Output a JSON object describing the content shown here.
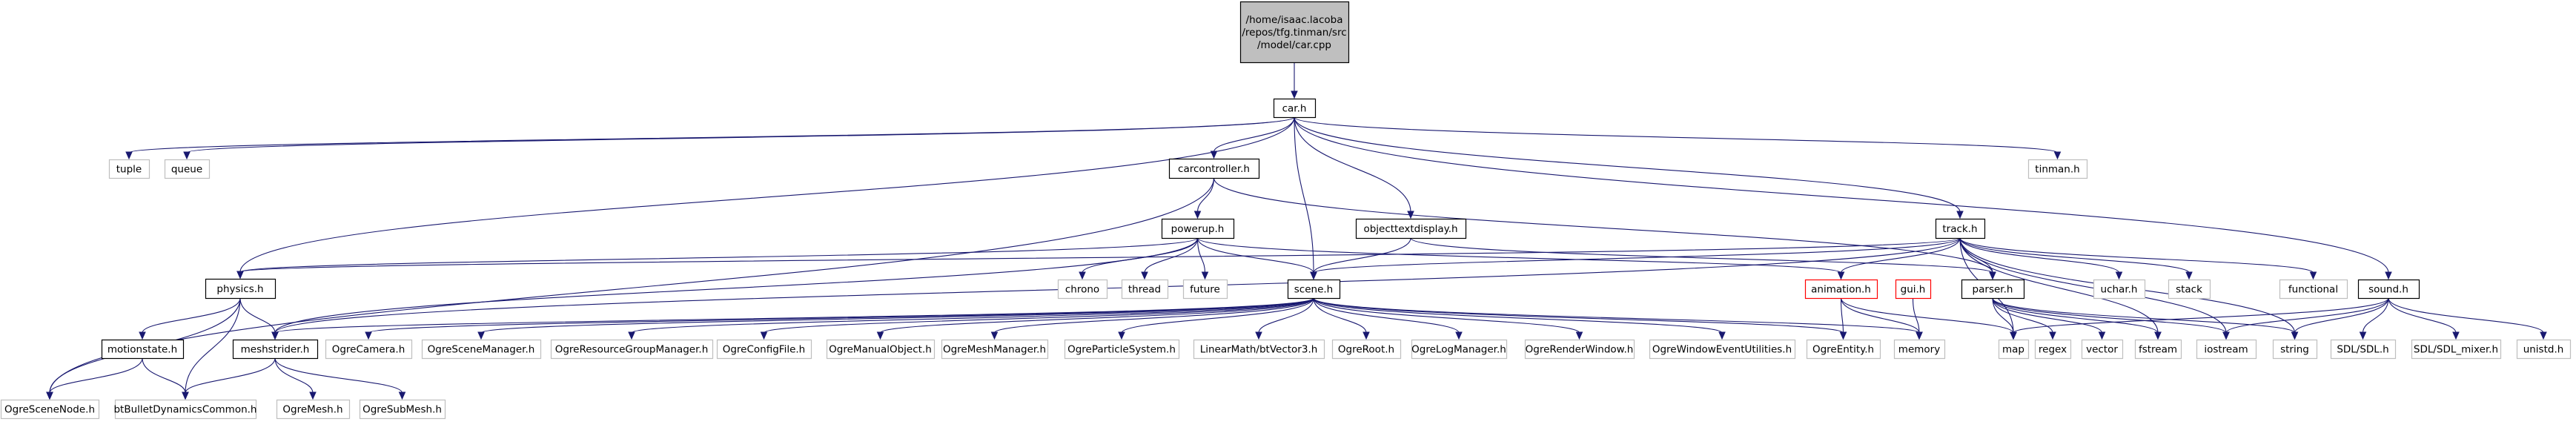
{
  "title": "",
  "colors": {
    "edge": "#191970",
    "root_fill": "#bfbfbf",
    "normal_border": "#000000",
    "external_border": "#bfbfbf",
    "error_border": "#ff0000",
    "text": "#000000"
  },
  "nodes": {
    "root": {
      "lines": [
        "/home/isaac.lacoba",
        "/repos/tfg.tinman/src",
        "/model/car.cpp"
      ],
      "style": "root"
    },
    "car_h": {
      "lines": [
        "car.h"
      ],
      "style": "normal"
    },
    "tuple": {
      "lines": [
        "tuple"
      ],
      "style": "external"
    },
    "queue": {
      "lines": [
        "queue"
      ],
      "style": "external"
    },
    "carcontroller_h": {
      "lines": [
        "carcontroller.h"
      ],
      "style": "normal"
    },
    "tinman_h": {
      "lines": [
        "tinman.h"
      ],
      "style": "external"
    },
    "powerup_h": {
      "lines": [
        "powerup.h"
      ],
      "style": "normal"
    },
    "objecttextdisplay_h": {
      "lines": [
        "objecttextdisplay.h"
      ],
      "style": "normal"
    },
    "track_h": {
      "lines": [
        "track.h"
      ],
      "style": "normal"
    },
    "physics_h": {
      "lines": [
        "physics.h"
      ],
      "style": "normal"
    },
    "chrono": {
      "lines": [
        "chrono"
      ],
      "style": "external"
    },
    "thread": {
      "lines": [
        "thread"
      ],
      "style": "external"
    },
    "future": {
      "lines": [
        "future"
      ],
      "style": "external"
    },
    "scene_h": {
      "lines": [
        "scene.h"
      ],
      "style": "normal"
    },
    "animation_h": {
      "lines": [
        "animation.h"
      ],
      "style": "error"
    },
    "gui_h": {
      "lines": [
        "gui.h"
      ],
      "style": "error"
    },
    "parser_h": {
      "lines": [
        "parser.h"
      ],
      "style": "normal"
    },
    "uchar_h": {
      "lines": [
        "uchar.h"
      ],
      "style": "external"
    },
    "stack": {
      "lines": [
        "stack"
      ],
      "style": "external"
    },
    "functional": {
      "lines": [
        "functional"
      ],
      "style": "external"
    },
    "sound_h": {
      "lines": [
        "sound.h"
      ],
      "style": "normal"
    },
    "motionstate_h": {
      "lines": [
        "motionstate.h"
      ],
      "style": "normal"
    },
    "meshstrider_h": {
      "lines": [
        "meshstrider.h"
      ],
      "style": "normal"
    },
    "OgreCamera_h": {
      "lines": [
        "OgreCamera.h"
      ],
      "style": "external"
    },
    "OgreSceneManager_h": {
      "lines": [
        "OgreSceneManager.h"
      ],
      "style": "external"
    },
    "OgreResourceGroupManager_h": {
      "lines": [
        "OgreResourceGroupManager.h"
      ],
      "style": "external"
    },
    "OgreConfigFile_h": {
      "lines": [
        "OgreConfigFile.h"
      ],
      "style": "external"
    },
    "OgreManualObject_h": {
      "lines": [
        "OgreManualObject.h"
      ],
      "style": "external"
    },
    "OgreMeshManager_h": {
      "lines": [
        "OgreMeshManager.h"
      ],
      "style": "external"
    },
    "OgreParticleSystem_h": {
      "lines": [
        "OgreParticleSystem.h"
      ],
      "style": "external"
    },
    "LinearMath_btVector3_h": {
      "lines": [
        "LinearMath/btVector3.h"
      ],
      "style": "external"
    },
    "OgreRoot_h": {
      "lines": [
        "OgreRoot.h"
      ],
      "style": "external"
    },
    "OgreLogManager_h": {
      "lines": [
        "OgreLogManager.h"
      ],
      "style": "external"
    },
    "OgreRenderWindow_h": {
      "lines": [
        "OgreRenderWindow.h"
      ],
      "style": "external"
    },
    "OgreWindowEventUtilities_h": {
      "lines": [
        "OgreWindowEventUtilities.h"
      ],
      "style": "external"
    },
    "OgreEntity_h": {
      "lines": [
        "OgreEntity.h"
      ],
      "style": "external"
    },
    "memory": {
      "lines": [
        "memory"
      ],
      "style": "external"
    },
    "map": {
      "lines": [
        "map"
      ],
      "style": "external"
    },
    "regex": {
      "lines": [
        "regex"
      ],
      "style": "external"
    },
    "vector": {
      "lines": [
        "vector"
      ],
      "style": "external"
    },
    "fstream": {
      "lines": [
        "fstream"
      ],
      "style": "external"
    },
    "iostream": {
      "lines": [
        "iostream"
      ],
      "style": "external"
    },
    "string": {
      "lines": [
        "string"
      ],
      "style": "external"
    },
    "SDL_SDL_h": {
      "lines": [
        "SDL/SDL.h"
      ],
      "style": "external"
    },
    "SDL_SDL_mixer_h": {
      "lines": [
        "SDL/SDL_mixer.h"
      ],
      "style": "external"
    },
    "unistd_h": {
      "lines": [
        "unistd.h"
      ],
      "style": "external"
    },
    "OgreSceneNode_h": {
      "lines": [
        "OgreSceneNode.h"
      ],
      "style": "external"
    },
    "btBulletDynamicsCommon_h": {
      "lines": [
        "btBulletDynamicsCommon.h"
      ],
      "style": "external"
    },
    "OgreMesh_h": {
      "lines": [
        "OgreMesh.h"
      ],
      "style": "external"
    },
    "OgreSubMesh_h": {
      "lines": [
        "OgreSubMesh.h"
      ],
      "style": "external"
    }
  },
  "edges": [
    [
      "root",
      "car_h"
    ],
    [
      "car_h",
      "tuple"
    ],
    [
      "car_h",
      "queue"
    ],
    [
      "car_h",
      "carcontroller_h"
    ],
    [
      "car_h",
      "tinman_h"
    ],
    [
      "car_h",
      "physics_h"
    ],
    [
      "car_h",
      "scene_h"
    ],
    [
      "car_h",
      "objecttextdisplay_h"
    ],
    [
      "car_h",
      "track_h"
    ],
    [
      "car_h",
      "sound_h"
    ],
    [
      "carcontroller_h",
      "powerup_h"
    ],
    [
      "carcontroller_h",
      "OgreSceneNode_h"
    ],
    [
      "carcontroller_h",
      "parser_h"
    ],
    [
      "powerup_h",
      "physics_h"
    ],
    [
      "powerup_h",
      "chrono"
    ],
    [
      "powerup_h",
      "thread"
    ],
    [
      "powerup_h",
      "future"
    ],
    [
      "powerup_h",
      "scene_h"
    ],
    [
      "powerup_h",
      "animation_h"
    ],
    [
      "powerup_h",
      "meshstrider_h"
    ],
    [
      "objecttextdisplay_h",
      "scene_h"
    ],
    [
      "objecttextdisplay_h",
      "parser_h"
    ],
    [
      "track_h",
      "physics_h"
    ],
    [
      "track_h",
      "scene_h"
    ],
    [
      "track_h",
      "animation_h"
    ],
    [
      "track_h",
      "parser_h"
    ],
    [
      "track_h",
      "uchar_h"
    ],
    [
      "track_h",
      "stack"
    ],
    [
      "track_h",
      "functional"
    ],
    [
      "track_h",
      "map"
    ],
    [
      "track_h",
      "fstream"
    ],
    [
      "track_h",
      "iostream"
    ],
    [
      "track_h",
      "string"
    ],
    [
      "track_h",
      "meshstrider_h"
    ],
    [
      "physics_h",
      "motionstate_h"
    ],
    [
      "physics_h",
      "meshstrider_h"
    ],
    [
      "physics_h",
      "OgreSceneNode_h"
    ],
    [
      "physics_h",
      "btBulletDynamicsCommon_h"
    ],
    [
      "motionstate_h",
      "OgreSceneNode_h"
    ],
    [
      "motionstate_h",
      "btBulletDynamicsCommon_h"
    ],
    [
      "meshstrider_h",
      "btBulletDynamicsCommon_h"
    ],
    [
      "meshstrider_h",
      "OgreMesh_h"
    ],
    [
      "meshstrider_h",
      "OgreSubMesh_h"
    ],
    [
      "scene_h",
      "meshstrider_h"
    ],
    [
      "scene_h",
      "OgreCamera_h"
    ],
    [
      "scene_h",
      "OgreSceneManager_h"
    ],
    [
      "scene_h",
      "OgreResourceGroupManager_h"
    ],
    [
      "scene_h",
      "OgreConfigFile_h"
    ],
    [
      "scene_h",
      "OgreManualObject_h"
    ],
    [
      "scene_h",
      "OgreMeshManager_h"
    ],
    [
      "scene_h",
      "OgreParticleSystem_h"
    ],
    [
      "scene_h",
      "LinearMath_btVector3_h"
    ],
    [
      "scene_h",
      "OgreRoot_h"
    ],
    [
      "scene_h",
      "OgreLogManager_h"
    ],
    [
      "scene_h",
      "OgreRenderWindow_h"
    ],
    [
      "scene_h",
      "OgreWindowEventUtilities_h"
    ],
    [
      "scene_h",
      "OgreEntity_h"
    ],
    [
      "scene_h",
      "memory"
    ],
    [
      "animation_h",
      "OgreEntity_h"
    ],
    [
      "animation_h",
      "memory"
    ],
    [
      "animation_h",
      "map"
    ],
    [
      "gui_h",
      "memory"
    ],
    [
      "parser_h",
      "map"
    ],
    [
      "parser_h",
      "regex"
    ],
    [
      "parser_h",
      "vector"
    ],
    [
      "parser_h",
      "fstream"
    ],
    [
      "parser_h",
      "iostream"
    ],
    [
      "parser_h",
      "string"
    ],
    [
      "sound_h",
      "map"
    ],
    [
      "sound_h",
      "iostream"
    ],
    [
      "sound_h",
      "string"
    ],
    [
      "sound_h",
      "SDL_SDL_h"
    ],
    [
      "sound_h",
      "SDL_SDL_mixer_h"
    ],
    [
      "sound_h",
      "unistd_h"
    ]
  ]
}
